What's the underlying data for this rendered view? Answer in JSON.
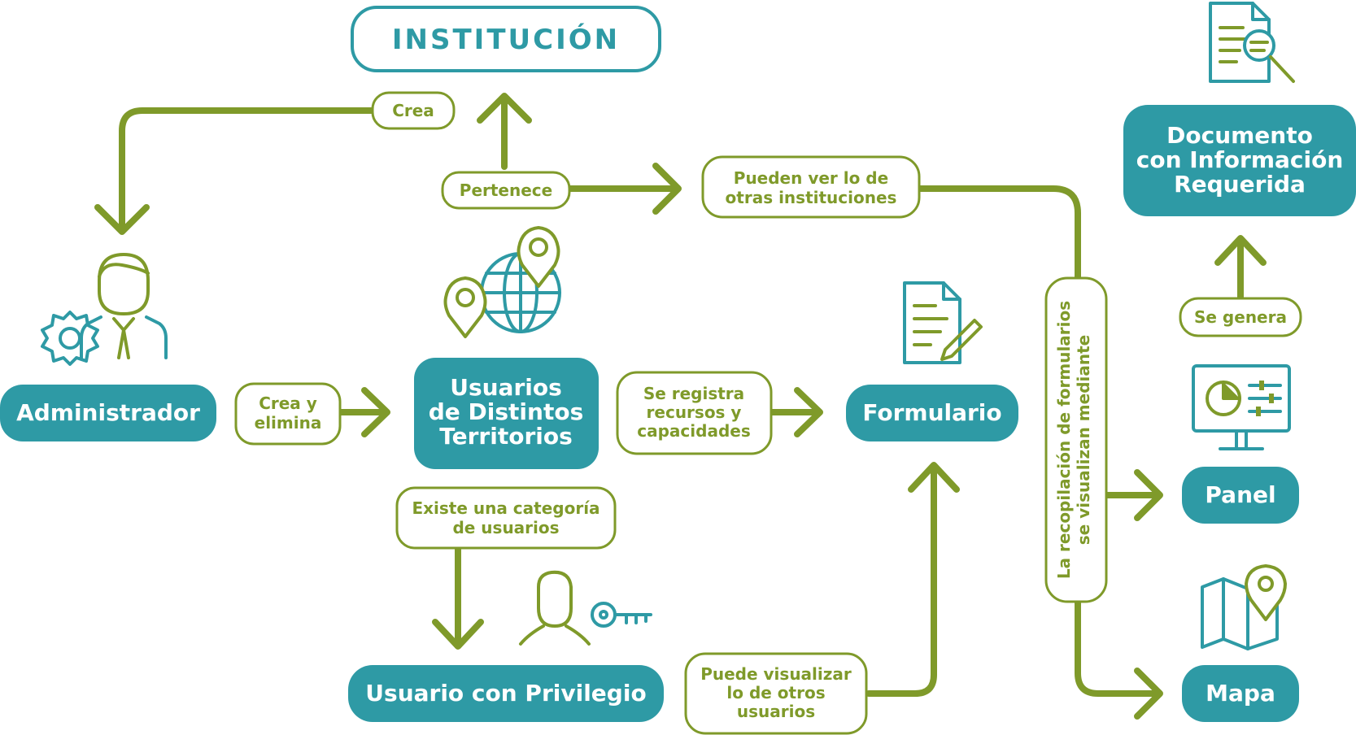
{
  "colors": {
    "teal": "#2e9aa5",
    "green": "#7f9a2a",
    "background": "#ffffff"
  },
  "nodes": {
    "institucion": "INSTITUCIÓN",
    "administrador": "Administrador",
    "usuarios": [
      "Usuarios",
      "de Distintos",
      "Territorios"
    ],
    "formulario": "Formulario",
    "documento": [
      "Documento",
      "con Información",
      "Requerida"
    ],
    "panel": "Panel",
    "mapa": "Mapa",
    "usuario_privilegio": "Usuario con Privilegio"
  },
  "labels": {
    "crea": "Crea",
    "pertenece": "Pertenece",
    "pueden_ver": [
      "Pueden ver lo de",
      "otras instituciones"
    ],
    "crea_elimina": [
      "Crea y",
      "elimina"
    ],
    "se_registra": [
      "Se registra",
      "recursos y",
      "capacidades"
    ],
    "existe_categoria": [
      "Existe una categoría",
      "de usuarios"
    ],
    "puede_visualizar": [
      "Puede visualizar",
      "lo de otros",
      "usuarios"
    ],
    "recopilacion": [
      "La recopilación de formularios",
      "se visualizan mediante"
    ],
    "se_genera": "Se genera"
  },
  "icons": [
    "admin-person-icon",
    "gear-icon",
    "globe-users-icon",
    "form-edit-icon",
    "document-search-icon",
    "dashboard-monitor-icon",
    "map-pin-icon",
    "user-key-icon"
  ]
}
